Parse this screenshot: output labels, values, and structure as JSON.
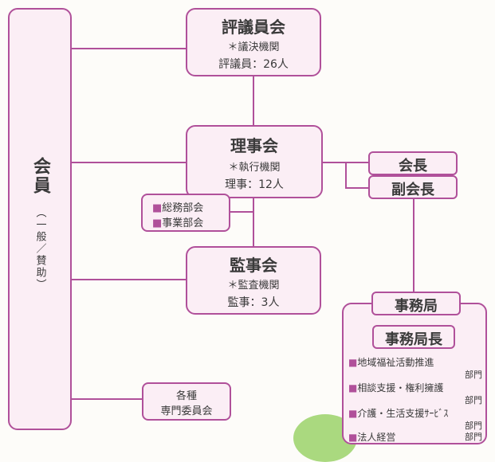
{
  "members": {
    "title": "会員",
    "sub": "（一般／賛助）"
  },
  "council": {
    "title": "評議員会",
    "role": "＊議決機関",
    "count": "評議員：26人"
  },
  "board": {
    "title": "理事会",
    "role": "＊執行機関",
    "count": "理事：12人"
  },
  "audit": {
    "title": "監事会",
    "role": "＊監査機関",
    "count": "監事：3人"
  },
  "subcommittees": [
    "総務部会",
    "事業部会"
  ],
  "chair": "会長",
  "vice_chair": "副会長",
  "specialist": {
    "line1": "各種",
    "line2": "専門委員会"
  },
  "secretariat": {
    "title": "事務局",
    "head": "事務局長",
    "departments": [
      {
        "name": "地域福祉活動推進",
        "suffix": "部門"
      },
      {
        "name": "相談支援・権利擁護",
        "suffix": "部門"
      },
      {
        "name": "介護・生活支援ｻｰﾋﾞｽ",
        "suffix": "部門"
      },
      {
        "name": "法人経営",
        "suffix": "部門"
      }
    ]
  },
  "colors": {
    "accent": "#b0509a",
    "fill": "#fbeef5"
  }
}
